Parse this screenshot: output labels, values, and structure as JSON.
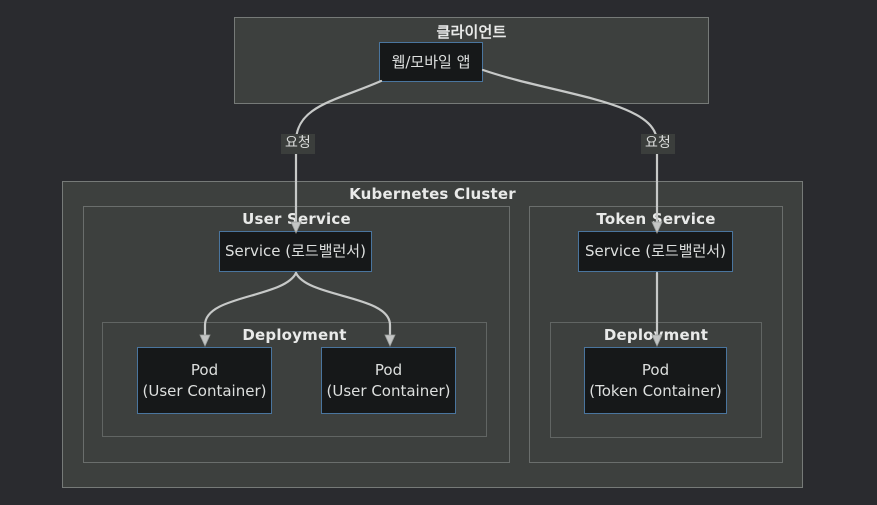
{
  "client": {
    "title": "클라이언트",
    "app_label": "웹/모바일 앱"
  },
  "request_labels": {
    "left": "요청",
    "right": "요청"
  },
  "cluster": {
    "title": "Kubernetes Cluster",
    "user_service": {
      "title": "User Service",
      "service_label": "Service (로드밸런서)",
      "deployment": {
        "title": "Deployment",
        "pods": [
          {
            "line1": "Pod",
            "line2": "(User Container)"
          },
          {
            "line1": "Pod",
            "line2": "(User Container)"
          }
        ]
      }
    },
    "token_service": {
      "title": "Token Service",
      "service_label": "Service (로드밸런서)",
      "deployment": {
        "title": "Deployment",
        "pods": [
          {
            "line1": "Pod",
            "line2": "(Token Container)"
          }
        ]
      }
    }
  },
  "colors": {
    "page_background": "#2a2b2f",
    "box_fill": "#3d403e",
    "node_fill": "#161819",
    "node_border_blue": "#4a759e",
    "arrow_gray": "#c7c9c8",
    "text_light": "#e9eae9"
  }
}
